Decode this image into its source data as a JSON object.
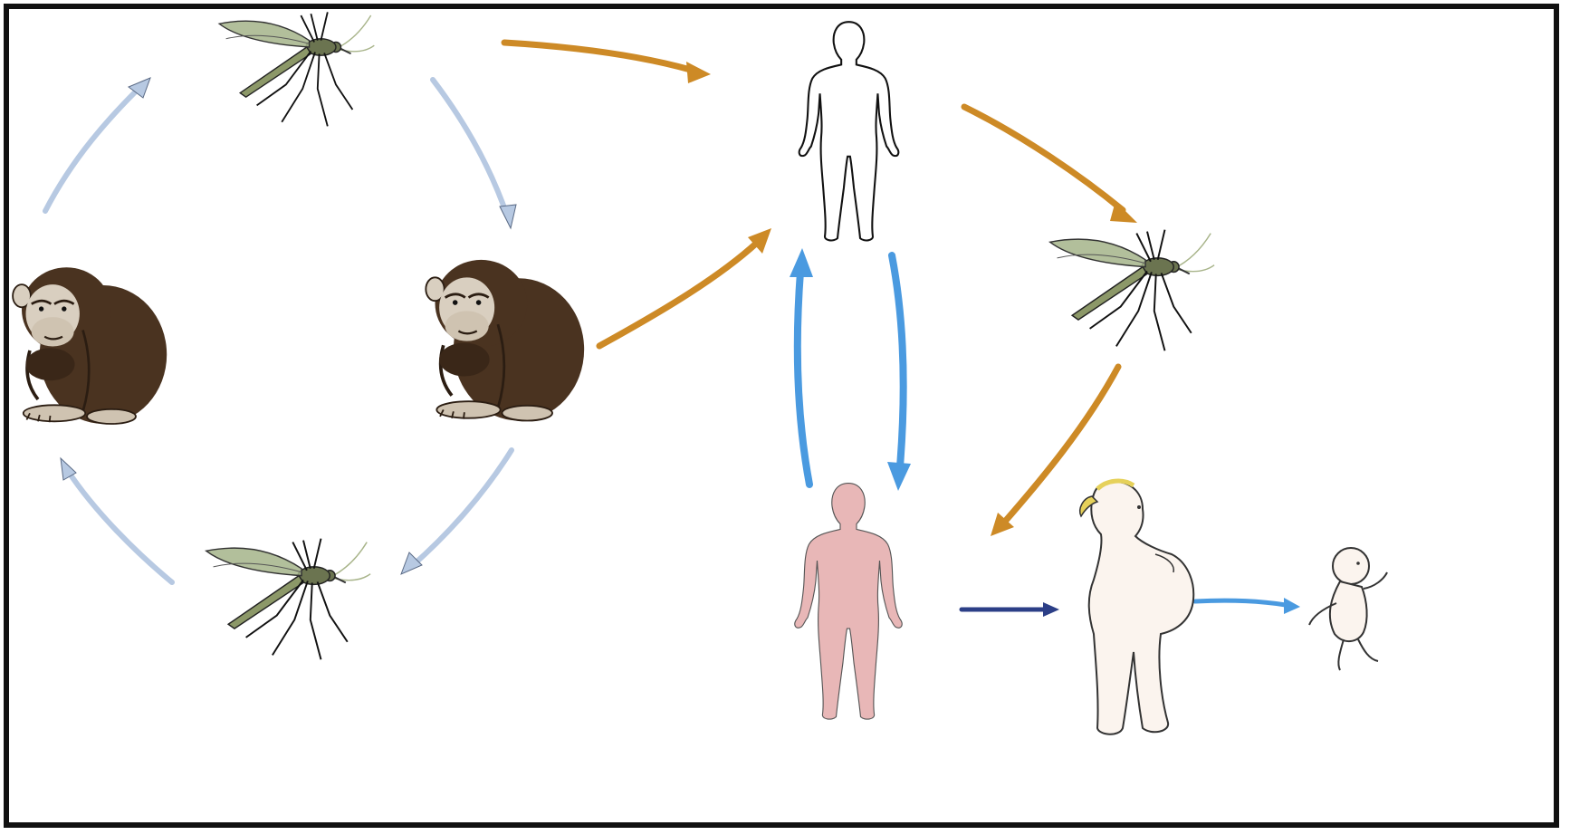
{
  "diagram": {
    "type": "transmission-cycle",
    "labels": [],
    "nodes": [
      {
        "id": "primate-left",
        "kind": "primate",
        "icon": "chimpanzee-icon"
      },
      {
        "id": "mosquito-top",
        "kind": "mosquito",
        "icon": "mosquito-icon"
      },
      {
        "id": "primate-center",
        "kind": "primate",
        "icon": "chimpanzee-icon"
      },
      {
        "id": "mosquito-bottom",
        "kind": "mosquito",
        "icon": "mosquito-icon"
      },
      {
        "id": "human-outline",
        "kind": "human",
        "icon": "human-figure-icon"
      },
      {
        "id": "mosquito-right",
        "kind": "mosquito",
        "icon": "mosquito-icon"
      },
      {
        "id": "human-female",
        "kind": "human",
        "icon": "female-figure-icon"
      },
      {
        "id": "pregnant-woman",
        "kind": "human",
        "icon": "pregnant-woman-icon"
      },
      {
        "id": "infant",
        "kind": "human",
        "icon": "infant-icon"
      }
    ],
    "edges": [
      {
        "from": "primate-left",
        "to": "mosquito-top",
        "color": "#b7c9e2"
      },
      {
        "from": "mosquito-top",
        "to": "primate-center",
        "color": "#b7c9e2"
      },
      {
        "from": "primate-center",
        "to": "mosquito-bottom",
        "color": "#b7c9e2"
      },
      {
        "from": "mosquito-bottom",
        "to": "primate-left",
        "color": "#b7c9e2"
      },
      {
        "from": "mosquito-top",
        "to": "human-outline",
        "color": "#cd8a26"
      },
      {
        "from": "primate-center",
        "to": "human-outline",
        "color": "#cd8a26"
      },
      {
        "from": "human-outline",
        "to": "mosquito-right",
        "color": "#cd8a26"
      },
      {
        "from": "mosquito-right",
        "to": "human-female",
        "color": "#cd8a26"
      },
      {
        "from": "human-outline",
        "to": "human-female",
        "color": "#4a9ae0"
      },
      {
        "from": "human-female",
        "to": "human-outline",
        "color": "#4a9ae0"
      },
      {
        "from": "human-female",
        "to": "pregnant-woman",
        "color": "#2c3f87"
      },
      {
        "from": "pregnant-woman",
        "to": "infant",
        "color": "#4a9ae0"
      }
    ]
  },
  "colors": {
    "frame": "#111111",
    "primate_fur": "#4a3320",
    "primate_face": "#d9cfc0",
    "mosquito_wing": "#a4b48a",
    "mosquito_body": "#6b7450",
    "human_outline_stroke": "#111111",
    "human_female_fill": "#e8b7b7",
    "pregnant_skin": "#fbf4ee",
    "hair": "#e6d15a"
  }
}
